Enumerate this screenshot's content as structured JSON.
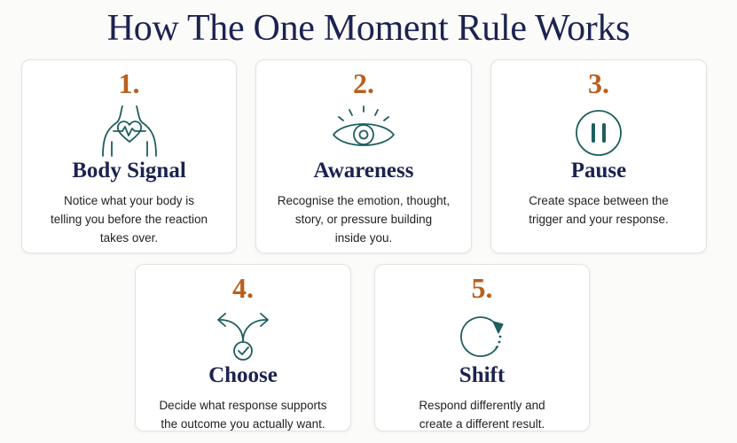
{
  "page": {
    "title": "How The One Moment Rule Works"
  },
  "colors": {
    "title": "#1c2350",
    "number": "#b8601d",
    "icon": "#1e5e5e",
    "card_background": "#ffffff"
  },
  "cards": [
    {
      "number": "1.",
      "icon": "heart-body-icon",
      "heading": "Body Signal",
      "lines": [
        "Notice what your body is",
        "telling you before the reaction",
        "takes over."
      ]
    },
    {
      "number": "2.",
      "icon": "eye-icon",
      "heading": "Awareness",
      "lines": [
        "Recognise the emotion, thought,",
        "story, or pressure building",
        "inside you."
      ]
    },
    {
      "number": "3.",
      "icon": "pause-icon",
      "heading": "Pause",
      "lines": [
        "Create space between the",
        "trigger and your response."
      ]
    },
    {
      "number": "4.",
      "icon": "split-arrows-check-icon",
      "heading": "Choose",
      "lines": [
        "Decide what response supports",
        "the outcome you actually want."
      ]
    },
    {
      "number": "5.",
      "icon": "circular-arrow-icon",
      "heading": "Shift",
      "lines": [
        "Respond differently and",
        "create a different result."
      ]
    }
  ]
}
